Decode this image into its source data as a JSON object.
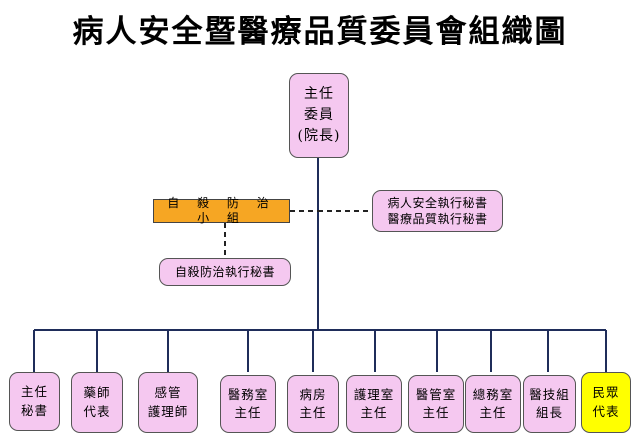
{
  "title": "病人安全暨醫療品質委員會組織圖",
  "top": {
    "label": "主任\n委員\n(院長)"
  },
  "suicide_group": {
    "label": "自 殺 防 治 小 組"
  },
  "suicide_secretary": {
    "label": "自殺防治執行秘書"
  },
  "exec_secretaries": {
    "label": "病人安全執行秘書\n醫療品質執行秘書"
  },
  "members": [
    {
      "label": "主任\n秘書"
    },
    {
      "label": "藥師\n代表"
    },
    {
      "label": "感管\n護理師"
    },
    {
      "label": "醫務室\n主任"
    },
    {
      "label": "病房\n主任"
    },
    {
      "label": "護理室\n主任"
    },
    {
      "label": "醫管室\n主任"
    },
    {
      "label": "總務室\n主任"
    },
    {
      "label": "醫技組\n組長"
    },
    {
      "label": "民眾\n代表"
    }
  ],
  "colors": {
    "pink": "#f5c8f0",
    "orange": "#f6a623",
    "yellow": "#ffff00",
    "navy": "#1f2d5a"
  }
}
